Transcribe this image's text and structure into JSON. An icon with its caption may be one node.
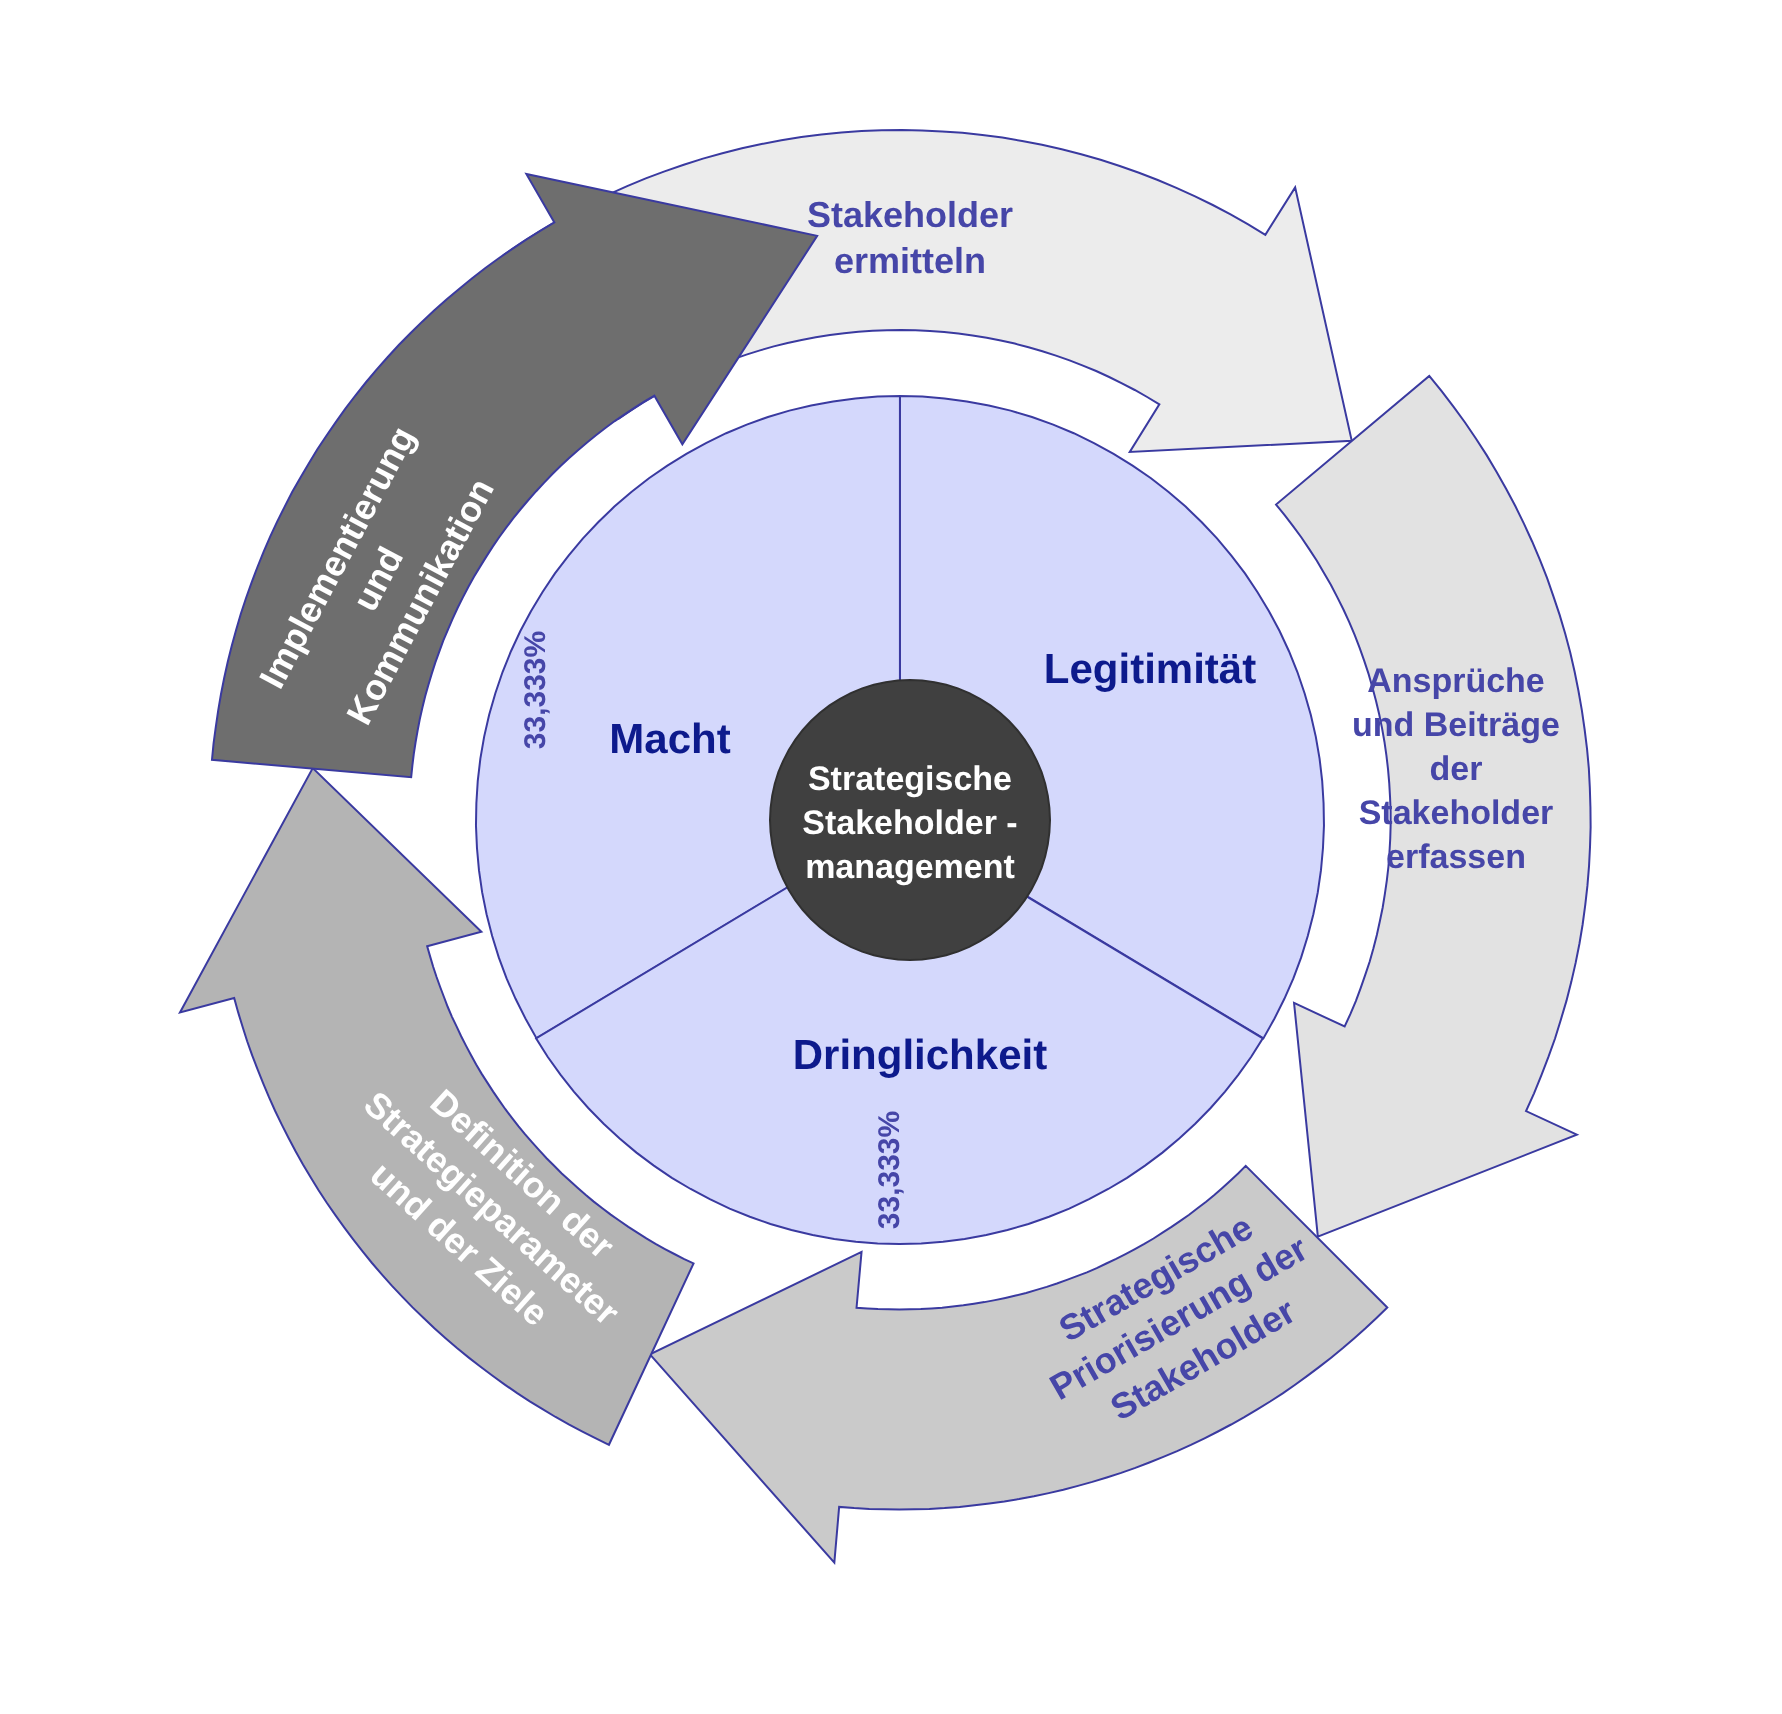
{
  "diagram": {
    "nodes": [
      {
        "text": [
          "Strategische Stakeholder -management"
        ]
      },
      {
        "text": [
          "Macht"
        ]
      },
      {
        "text": [
          "Legitimität"
        ]
      },
      {
        "text": [
          "Dringlichkeit"
        ]
      },
      {
        "text": [
          "Stakeholder ermitteln"
        ]
      },
      {
        "text": [
          "Ansprüche und Beiträge der Stakeholder erfassen"
        ]
      },
      {
        "text": [
          "Strategische Priorisierung der Stakeholder"
        ]
      },
      {
        "text": [
          "Definition der Strategieparameter und der Ziele"
        ]
      },
      {
        "text": [
          "Implementierung und Kommunikation"
        ]
      }
    ],
    "labels": [
      "33,333%",
      "33,333%"
    ]
  }
}
